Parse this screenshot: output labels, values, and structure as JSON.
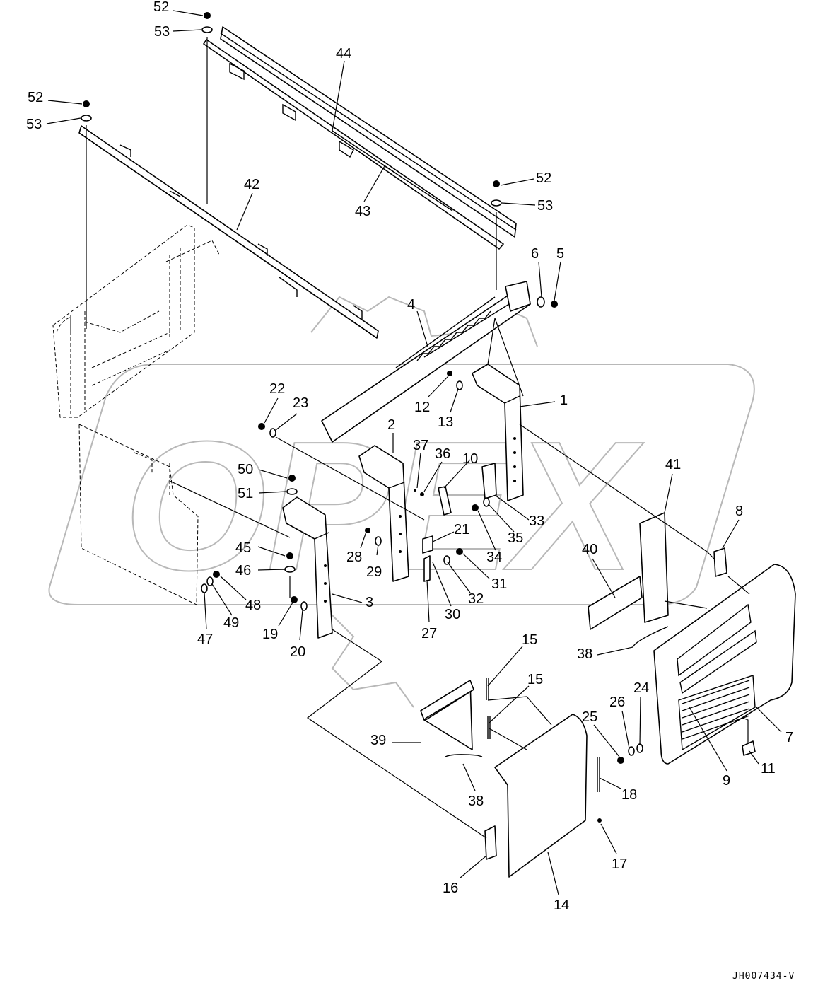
{
  "drawing_code": "JH007434-V",
  "watermark": "OPEX",
  "callouts": [
    {
      "id": "c52a",
      "text": "52"
    },
    {
      "id": "c53a",
      "text": "53"
    },
    {
      "id": "c52b",
      "text": "52"
    },
    {
      "id": "c53b",
      "text": "53"
    },
    {
      "id": "c44",
      "text": "44"
    },
    {
      "id": "c42",
      "text": "42"
    },
    {
      "id": "c43",
      "text": "43"
    },
    {
      "id": "c52c",
      "text": "52"
    },
    {
      "id": "c53c",
      "text": "53"
    },
    {
      "id": "c6",
      "text": "6"
    },
    {
      "id": "c5",
      "text": "5"
    },
    {
      "id": "c4",
      "text": "4"
    },
    {
      "id": "c1",
      "text": "1"
    },
    {
      "id": "c12",
      "text": "12"
    },
    {
      "id": "c13",
      "text": "13"
    },
    {
      "id": "c22",
      "text": "22"
    },
    {
      "id": "c23",
      "text": "23"
    },
    {
      "id": "c2",
      "text": "2"
    },
    {
      "id": "c37",
      "text": "37"
    },
    {
      "id": "c36",
      "text": "36"
    },
    {
      "id": "c10",
      "text": "10"
    },
    {
      "id": "c41",
      "text": "41"
    },
    {
      "id": "c8",
      "text": "8"
    },
    {
      "id": "c50",
      "text": "50"
    },
    {
      "id": "c51",
      "text": "51"
    },
    {
      "id": "c33",
      "text": "33"
    },
    {
      "id": "c35",
      "text": "35"
    },
    {
      "id": "c34",
      "text": "34"
    },
    {
      "id": "c21",
      "text": "21"
    },
    {
      "id": "c40",
      "text": "40"
    },
    {
      "id": "c45",
      "text": "45"
    },
    {
      "id": "c28",
      "text": "28"
    },
    {
      "id": "c29",
      "text": "29"
    },
    {
      "id": "c46",
      "text": "46"
    },
    {
      "id": "c31",
      "text": "31"
    },
    {
      "id": "c32",
      "text": "32"
    },
    {
      "id": "c48",
      "text": "48"
    },
    {
      "id": "c3",
      "text": "3"
    },
    {
      "id": "c49",
      "text": "49"
    },
    {
      "id": "c47",
      "text": "47"
    },
    {
      "id": "c19",
      "text": "19"
    },
    {
      "id": "c30",
      "text": "30"
    },
    {
      "id": "c20",
      "text": "20"
    },
    {
      "id": "c27",
      "text": "27"
    },
    {
      "id": "c15a",
      "text": "15"
    },
    {
      "id": "c38a",
      "text": "38"
    },
    {
      "id": "c15b",
      "text": "15"
    },
    {
      "id": "c26",
      "text": "26"
    },
    {
      "id": "c24",
      "text": "24"
    },
    {
      "id": "c25",
      "text": "25"
    },
    {
      "id": "c39",
      "text": "39"
    },
    {
      "id": "c7",
      "text": "7"
    },
    {
      "id": "c38b",
      "text": "38"
    },
    {
      "id": "c18",
      "text": "18"
    },
    {
      "id": "c9",
      "text": "9"
    },
    {
      "id": "c11",
      "text": "11"
    },
    {
      "id": "c17",
      "text": "17"
    },
    {
      "id": "c16",
      "text": "16"
    },
    {
      "id": "c14",
      "text": "14"
    }
  ]
}
